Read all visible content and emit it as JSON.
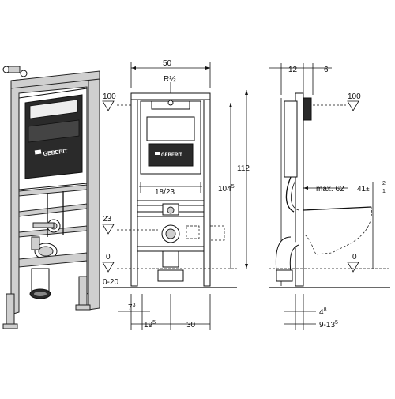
{
  "labels": {
    "width_total": "50",
    "thread": "R½",
    "front_level_100": "100",
    "side_level_100": "100",
    "inlet_height": "23",
    "front_zero": "0",
    "floor_range": "0-20",
    "total_height": "112",
    "frame_height_base": "104",
    "frame_height_sup": "5",
    "fixing_spacing": "18/23",
    "depth_top": "12",
    "depth_top_right": "6",
    "projection": "max. 62",
    "bowl_height_base": "41",
    "bowl_height_tol": "±",
    "bowl_height_tol_plus": "2",
    "bowl_height_tol_minus": "1",
    "side_zero": "0",
    "offset_left": "7",
    "offset_left_sup": "3",
    "offset_center_base": "19",
    "offset_center_sup": "5",
    "offset_right": "30",
    "side_bottom_base": "4",
    "side_bottom_sup": "8",
    "side_range_base": "9-13",
    "side_range_sup": "5"
  },
  "brand": {
    "name": "GEBERIT"
  },
  "colors": {
    "line": "#111111",
    "panel": "#2a2a2a",
    "frame": "#cfcfcf"
  }
}
